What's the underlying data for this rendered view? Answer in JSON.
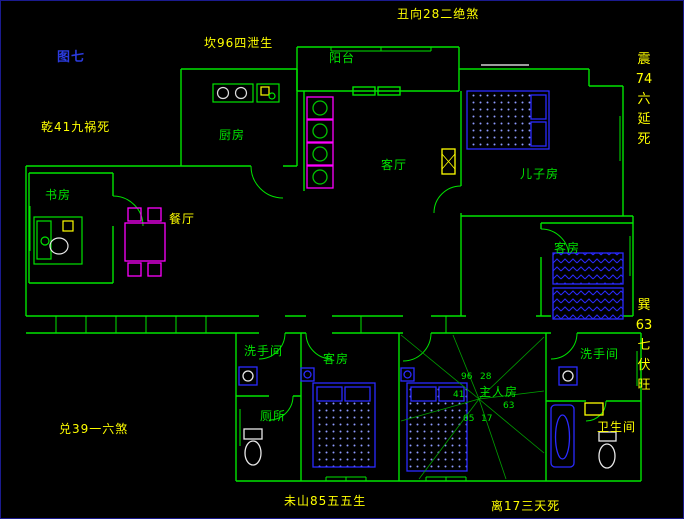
{
  "figure": {
    "caption": "图七"
  },
  "fengshui": {
    "north": {
      "text": "坎96四泄生"
    },
    "northeast": {
      "text": "丑向28二绝煞"
    },
    "northwest": {
      "text": "乾41九祸死"
    },
    "east": {
      "lines": [
        "震",
        "74",
        "六",
        "延",
        "死"
      ]
    },
    "southeast": {
      "lines": [
        "巽",
        "63",
        "七",
        "伏",
        "旺"
      ]
    },
    "west": {
      "text": "兑39一六煞"
    },
    "southwest": {
      "text": "未山85五五生"
    },
    "south": {
      "text": "离17三天死"
    }
  },
  "rooms": {
    "balcony": "阳台",
    "kitchen": "厨房",
    "living_room": "客厅",
    "son_room": "儿子房",
    "study": "书房",
    "dining_room": "餐厅",
    "guest_room_east": "客房",
    "washroom_west": "洗手间",
    "guest_room_south": "客房",
    "toilet": "厕所",
    "master_room": "主人房",
    "washroom_east": "洗手间",
    "bathroom": "卫生间"
  },
  "compass": {
    "numbers": [
      "96",
      "28",
      "41",
      "63",
      "05",
      "17"
    ]
  },
  "colors": {
    "background": "#000000",
    "wall": "#00e400",
    "furniture_blue": "#2a2aff",
    "accent_magenta": "#ff00ff",
    "accent_yellow": "#ffff00",
    "caption_blue": "#2b3bdf",
    "white": "#e8e8e8"
  }
}
